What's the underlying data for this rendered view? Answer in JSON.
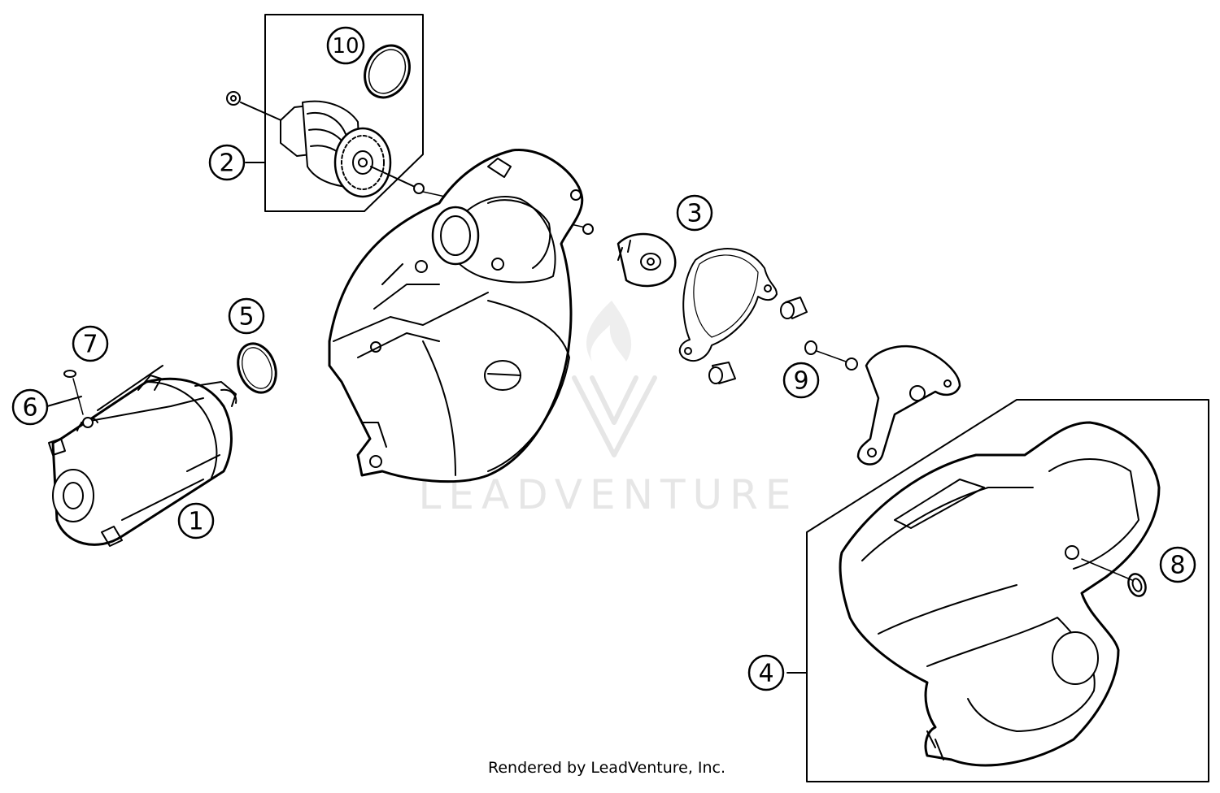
{
  "callouts": {
    "c1": "1",
    "c2": "2",
    "c3": "3",
    "c4": "4",
    "c5": "5",
    "c6": "6",
    "c7": "7",
    "c8": "8",
    "c9": "9",
    "c10": "10"
  },
  "watermark": "LEADVENTURE",
  "credit": "Rendered by LeadVenture, Inc."
}
